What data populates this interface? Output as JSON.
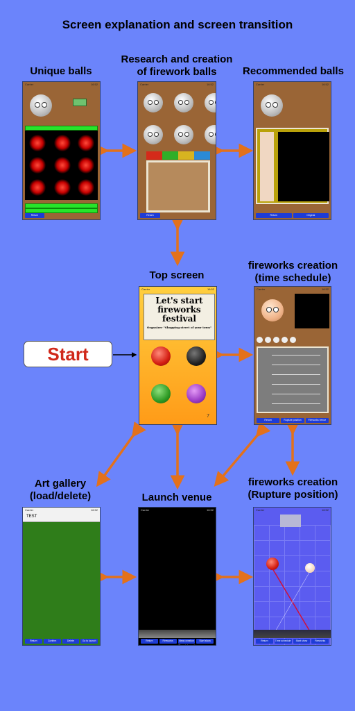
{
  "title": "Screen explanation and screen transition",
  "labels": {
    "unique_balls": "Unique balls",
    "research_line1": "Research and creation",
    "research_line2": "of firework balls",
    "recommended": "Recommended balls",
    "top_screen": "Top screen",
    "creation_time_line1": "fireworks creation",
    "creation_time_line2": "(time schedule)",
    "art_gallery_line1": "Art gallery",
    "art_gallery_line2": "(load/delete)",
    "launch_venue": "Launch venue",
    "creation_rupture_line1": "fireworks creation",
    "creation_rupture_line2": "(Rupture position)"
  },
  "start_label": "Start",
  "top_screen": {
    "banner_line1": "Let's start",
    "banner_line2": "fireworks",
    "banner_line3": "festival",
    "organizer": "Organizer \"Shopping street of your town\"",
    "page_number": "7"
  },
  "gallery": {
    "item": "TEST",
    "buttons": [
      "Return",
      "Confirm",
      "Delete",
      "Go to launch venue"
    ]
  },
  "status_bar": {
    "carrier": "Carrier",
    "time": "16:52"
  },
  "common_buttons": {
    "return": "Return"
  },
  "time_schedule_buttons": [
    "Return",
    "Rupture position",
    "Fireworks venue"
  ],
  "launch_buttons": [
    "Return",
    "Fireworks venue",
    "Ideas creation (Speed, Image)",
    "Start show"
  ],
  "recommended_buttons": [
    "Return",
    "Original"
  ],
  "rupture_buttons": [
    "Return",
    "Time schedule",
    "Start show",
    "Fireworks venue"
  ]
}
